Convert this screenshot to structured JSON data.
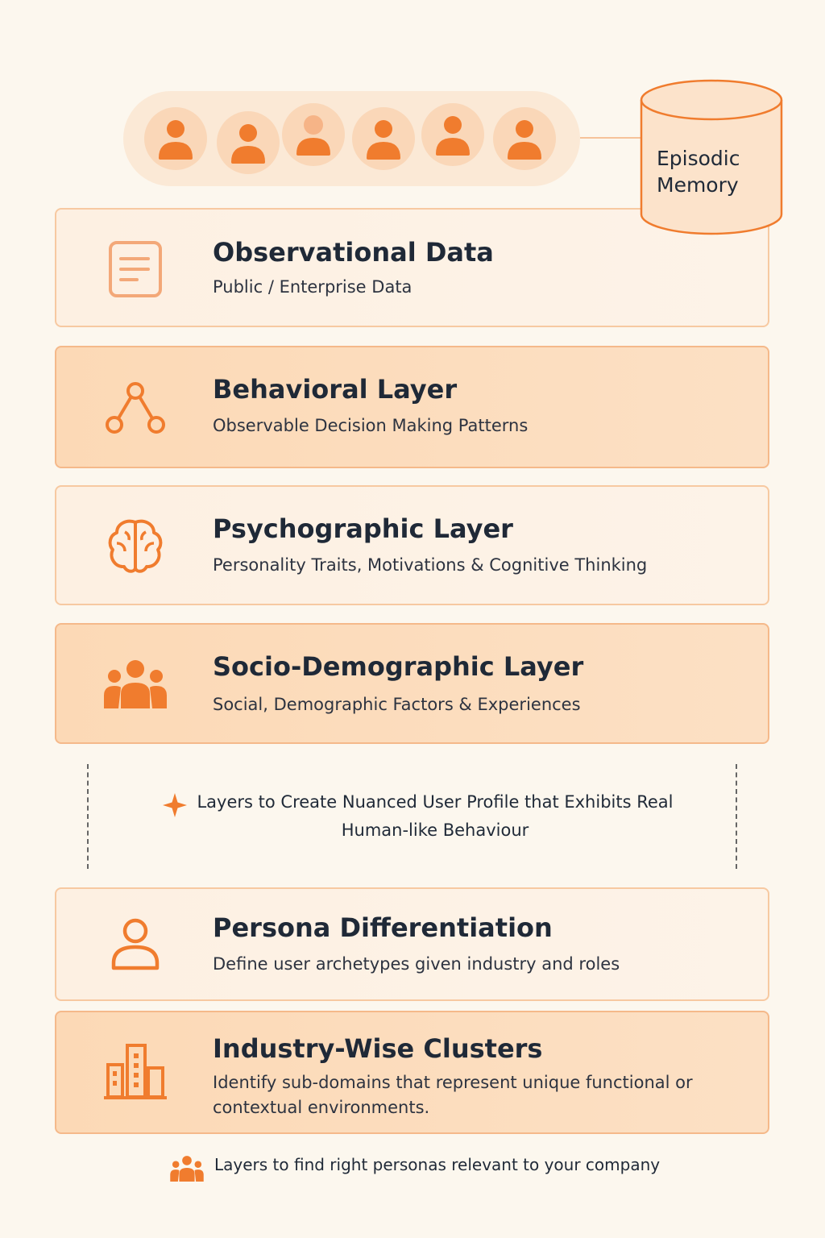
{
  "personas": [
    {
      "icon": "person-icon"
    },
    {
      "icon": "person-icon"
    },
    {
      "icon": "person-icon"
    },
    {
      "icon": "person-icon"
    },
    {
      "icon": "person-icon"
    },
    {
      "icon": "person-icon"
    }
  ],
  "memory": {
    "label": "Episodic\nMemory",
    "icon": "database-cylinder-icon"
  },
  "layers": [
    {
      "title": "Observational Data",
      "subtitle": "Public / Enterprise Data",
      "icon": "document-icon"
    },
    {
      "title": "Behavioral Layer",
      "subtitle": "Observable Decision Making Patterns",
      "icon": "graph-nodes-icon"
    },
    {
      "title": "Psychographic Layer",
      "subtitle": "Personality Traits, Motivations & Cognitive Thinking",
      "icon": "brain-icon"
    },
    {
      "title": "Socio-Demographic Layer",
      "subtitle": "Social, Demographic Factors & Experiences",
      "icon": "group-icon"
    }
  ],
  "note": {
    "text": "Layers to Create Nuanced User Profile that Exhibits Real Human-like Behaviour",
    "icon": "sparkle-icon"
  },
  "persona_layers": [
    {
      "title": "Persona Differentiation",
      "subtitle": "Define user archetypes given industry and roles",
      "icon": "user-outline-icon"
    },
    {
      "title": "Industry-Wise Clusters",
      "subtitle": "Identify sub-domains that represent unique functional or contextual environments.",
      "icon": "building-icon"
    }
  ],
  "footer": {
    "text": "Layers to find right personas relevant to your company",
    "icon": "group-icon"
  },
  "colors": {
    "accent": "#f07c2e",
    "background": "#fcf7ee",
    "card_light": "#fdf0e2",
    "card_dark": "#fcd9b6"
  }
}
